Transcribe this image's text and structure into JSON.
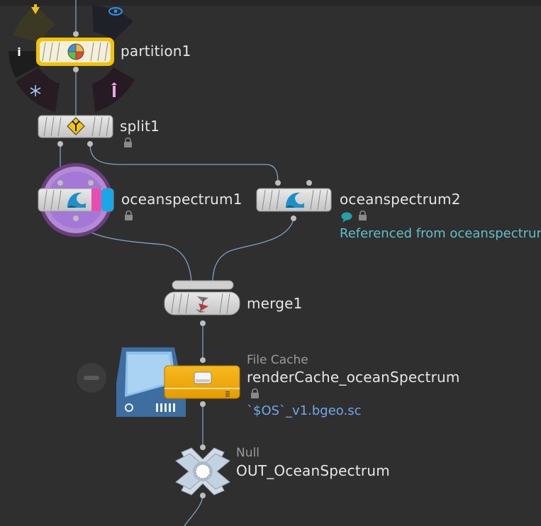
{
  "network": {
    "nodes": {
      "partition": {
        "name": "partition1"
      },
      "split": {
        "name": "split1"
      },
      "ocean1": {
        "name": "oceanspectrum1"
      },
      "ocean2": {
        "name": "oceanspectrum2",
        "comment": "Referenced from oceanspectrum"
      },
      "merge": {
        "name": "merge1"
      },
      "filecache": {
        "type": "File Cache",
        "name": "renderCache_oceanSpectrum",
        "file": "`$OS`_v1.bgeo.sc"
      },
      "null": {
        "type": "Null",
        "name": "OUT_OceanSpectrum"
      }
    },
    "ring_menu": {
      "info_glyph": "i",
      "icons": [
        "bypass-arrow-icon",
        "eye-icon",
        "info-icon",
        "snowflake-icon",
        "template-pin-icon"
      ]
    },
    "colors": {
      "background": "#2f2f2f",
      "wire": "#7fa2c2",
      "node_body": "#d8d8d8",
      "selected_outline": "#f3c300",
      "display_flag": "#1ba7e6",
      "template_flag": "#e54fb1",
      "filecache_body": "#f3ae10",
      "comment_text": "#5fc0c8"
    }
  }
}
